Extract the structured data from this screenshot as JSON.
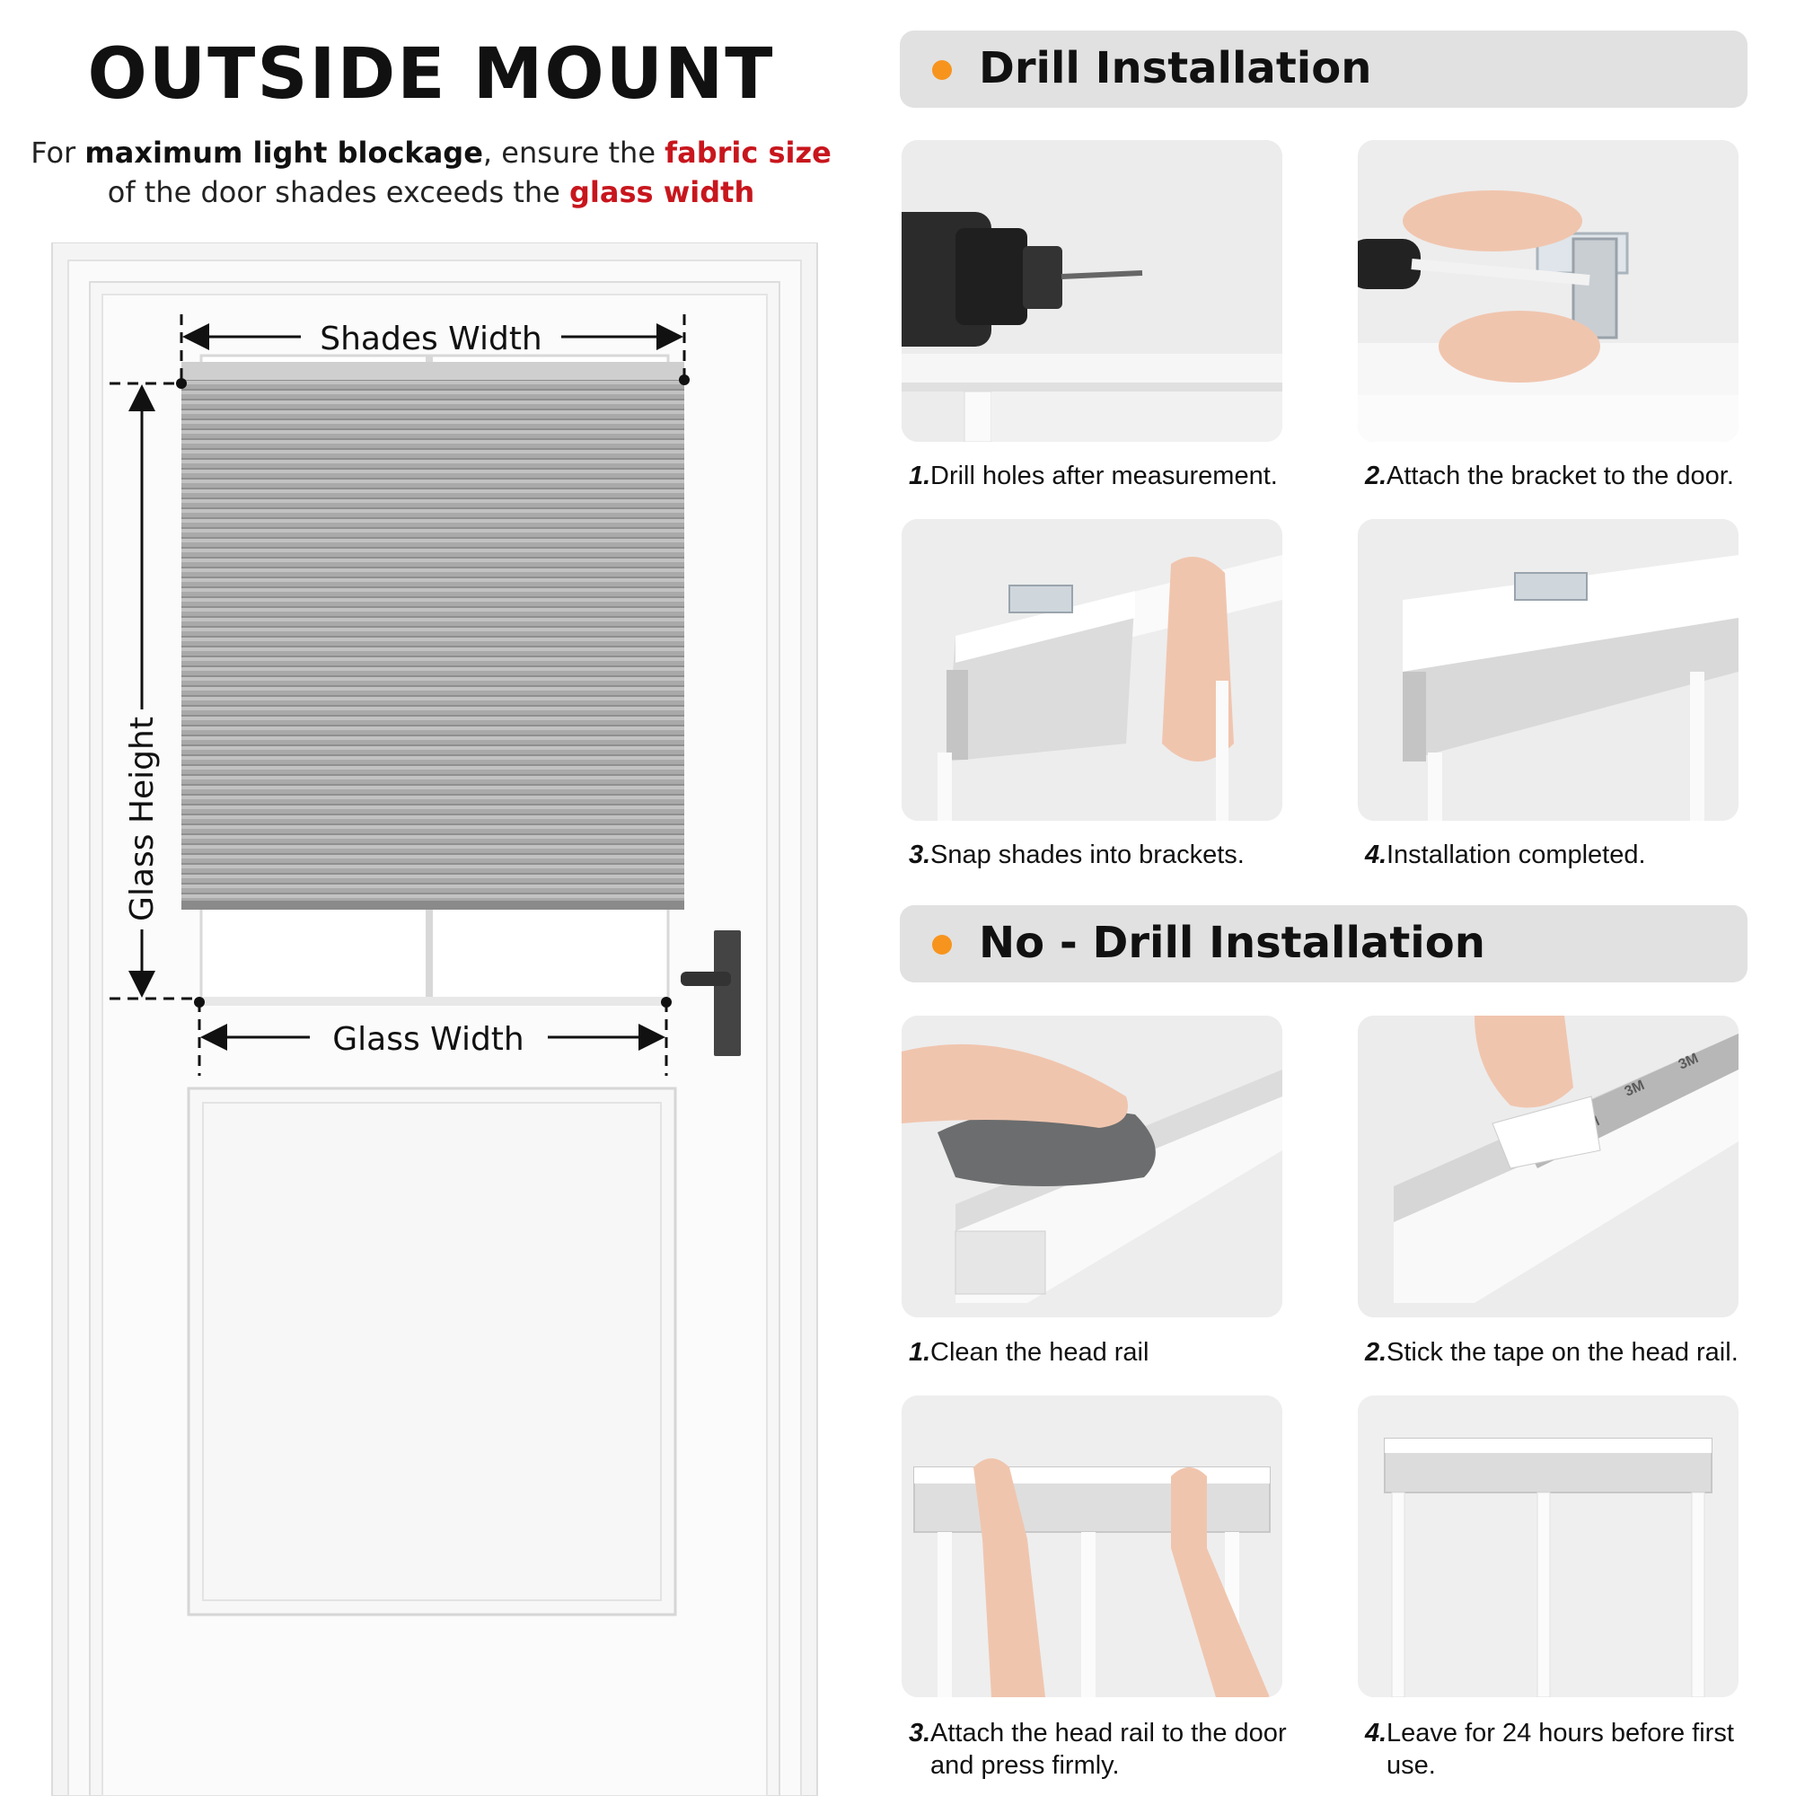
{
  "left": {
    "title": "OUTSIDE MOUNT",
    "subtitle": {
      "p1": "For ",
      "b1": "maximum light blockage",
      "p2": ", ensure the ",
      "r1": "fabric size",
      "p3": " of the door shades exceeds the ",
      "r2": "glass width"
    },
    "labels": {
      "shades_width": "Shades Width",
      "glass_height": "Glass Height",
      "glass_width": "Glass Width"
    }
  },
  "drill": {
    "heading": "Drill Installation",
    "steps": [
      {
        "num": "1.",
        "text": "Drill holes after measurement."
      },
      {
        "num": "2.",
        "text": "Attach the bracket to the door."
      },
      {
        "num": "3.",
        "text": "Snap shades into brackets."
      },
      {
        "num": "4.",
        "text": "Installation completed."
      }
    ]
  },
  "nodrill": {
    "heading": "No - Drill Installation",
    "steps": [
      {
        "num": "1.",
        "text": "Clean the head rail"
      },
      {
        "num": "2.",
        "text": "Stick the tape on the head rail."
      },
      {
        "num": "3.",
        "text": "Attach the head rail to the door and press firmly."
      },
      {
        "num": "4.",
        "text": "Leave for 24 hours before first use."
      }
    ],
    "tape_mark": "3M"
  },
  "colors": {
    "accent_dot": "#f7941d",
    "highlight_red": "#c8161d",
    "section_bar": "#e1e1e1",
    "shade_gray": "#a3a3a3"
  }
}
